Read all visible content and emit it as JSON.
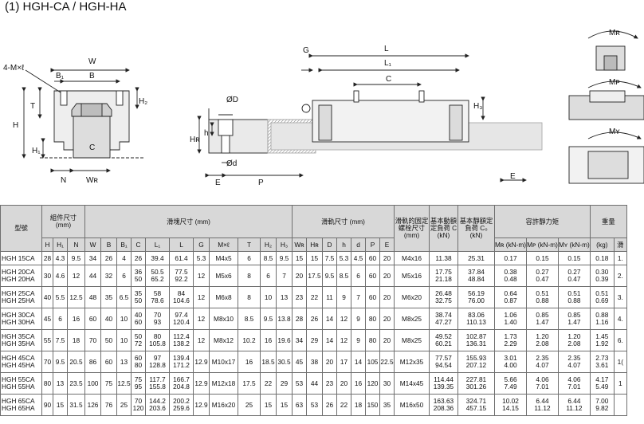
{
  "title": "(1) HGH-CA / HGH-HA",
  "drawing": {
    "cross_section": {
      "w": "W",
      "b": "B",
      "b1": "B₁",
      "t": "T",
      "h": "H",
      "h1": "H₁",
      "h2": "H₂",
      "n": "N",
      "wr": "Wʀ",
      "c": "C",
      "hole": "4-M×ℓ"
    },
    "rail": {
      "d_big": "ØD",
      "d_small": "Ød",
      "h": "h",
      "hr": "Hʀ",
      "e": "E",
      "p": "P"
    },
    "side": {
      "g": "G",
      "l": "L",
      "l1": "L₁",
      "c": "C",
      "h3": "H₃",
      "e": "E"
    },
    "moments": {
      "mr": "Mʀ",
      "mp": "Mᴘ",
      "my": "Mʏ"
    }
  },
  "table": {
    "group_headers": {
      "model": "型號",
      "assembly": "組件尺寸 (mm)",
      "block": "滑塊尺寸 (mm)",
      "rail": "滑軌尺寸 (mm)",
      "rail_bolt": "滑軌的固定螺栓尺寸 (mm)",
      "dyn_load": "基本動額定負荷 C (kN)",
      "static_load": "基本靜額定負荷 C₀ (kN)",
      "moment": "容許靜力矩",
      "weight": "重量"
    },
    "sub_headers": {
      "assembly": [
        "H",
        "H₁",
        "N"
      ],
      "block": [
        "W",
        "B",
        "B₁",
        "C",
        "L₁",
        "L",
        "G",
        "M×ℓ",
        "T",
        "H₂",
        "H₃"
      ],
      "rail": [
        "Wʀ",
        "Hʀ",
        "D",
        "h",
        "d",
        "P",
        "E"
      ],
      "moment": [
        "Mʀ (kN-m)",
        "Mᴘ (kN-m)",
        "Mʏ (kN-m)"
      ],
      "weight": [
        "(kg)",
        "滑"
      ]
    },
    "rows": [
      {
        "m": [
          "HGH 15CA"
        ],
        "H": "28",
        "H1": "4.3",
        "N": "9.5",
        "W": "34",
        "B": "26",
        "B1": "4",
        "C": [
          "26"
        ],
        "L1": [
          "39.4"
        ],
        "L": [
          "61.4"
        ],
        "G": "5.3",
        "Mxl": "M4x5",
        "T": "6",
        "H2": "8.5",
        "H3": "9.5",
        "WR": "15",
        "HR": "15",
        "D": "7.5",
        "h": "5.3",
        "d": "4.5",
        "P": "60",
        "E": "20",
        "bolt": "M4x16",
        "C_dyn": [
          "11.38"
        ],
        "C0": [
          "25.31"
        ],
        "MR": [
          "0.17"
        ],
        "MP": [
          "0.15"
        ],
        "MY": [
          "0.15"
        ],
        "kg": [
          "0.18"
        ],
        "x": [
          "1."
        ]
      },
      {
        "m": [
          "HGH 20CA",
          "HGH 20HA"
        ],
        "H": "30",
        "H1": "4.6",
        "N": "12",
        "W": "44",
        "B": "32",
        "B1": "6",
        "C": [
          "36",
          "50"
        ],
        "L1": [
          "50.5",
          "65.2"
        ],
        "L": [
          "77.5",
          "92.2"
        ],
        "G": "12",
        "Mxl": "M5x6",
        "T": "8",
        "H2": "6",
        "H3": "7",
        "WR": "20",
        "HR": "17.5",
        "D": "9.5",
        "h": "8.5",
        "d": "6",
        "P": "60",
        "E": "20",
        "bolt": "M5x16",
        "C_dyn": [
          "17.75",
          "21.18"
        ],
        "C0": [
          "37.84",
          "48.84"
        ],
        "MR": [
          "0.38",
          "0.48"
        ],
        "MP": [
          "0.27",
          "0.47"
        ],
        "MY": [
          "0.27",
          "0.47"
        ],
        "kg": [
          "0.30",
          "0.39"
        ],
        "x": [
          "2.",
          ""
        ]
      },
      {
        "m": [
          "HGH 25CA",
          "HGH 25HA"
        ],
        "H": "40",
        "H1": "5.5",
        "N": "12.5",
        "W": "48",
        "B": "35",
        "B1": "6.5",
        "C": [
          "35",
          "50"
        ],
        "L1": [
          "58",
          "78.6"
        ],
        "L": [
          "84",
          "104.6"
        ],
        "G": "12",
        "Mxl": "M6x8",
        "T": "8",
        "H2": "10",
        "H3": "13",
        "WR": "23",
        "HR": "22",
        "D": "11",
        "h": "9",
        "d": "7",
        "P": "60",
        "E": "20",
        "bolt": "M6x20",
        "C_dyn": [
          "26.48",
          "32.75"
        ],
        "C0": [
          "56.19",
          "76.00"
        ],
        "MR": [
          "0.64",
          "0.87"
        ],
        "MP": [
          "0.51",
          "0.88"
        ],
        "MY": [
          "0.51",
          "0.88"
        ],
        "kg": [
          "0.51",
          "0.69"
        ],
        "x": [
          "3.",
          ""
        ]
      },
      {
        "m": [
          "HGH 30CA",
          "HGH 30HA"
        ],
        "H": "45",
        "H1": "6",
        "N": "16",
        "W": "60",
        "B": "40",
        "B1": "10",
        "C": [
          "40",
          "60"
        ],
        "L1": [
          "70",
          "93"
        ],
        "L": [
          "97.4",
          "120.4"
        ],
        "G": "12",
        "Mxl": "M8x10",
        "T": "8.5",
        "H2": "9.5",
        "H3": "13.8",
        "WR": "28",
        "HR": "26",
        "D": "14",
        "h": "12",
        "d": "9",
        "P": "80",
        "E": "20",
        "bolt": "M8x25",
        "C_dyn": [
          "38.74",
          "47.27"
        ],
        "C0": [
          "83.06",
          "110.13"
        ],
        "MR": [
          "1.06",
          "1.40"
        ],
        "MP": [
          "0.85",
          "1.47"
        ],
        "MY": [
          "0.85",
          "1.47"
        ],
        "kg": [
          "0.88",
          "1.16"
        ],
        "x": [
          "4.",
          ""
        ]
      },
      {
        "m": [
          "HGH 35CA",
          "HGH 35HA"
        ],
        "H": "55",
        "H1": "7.5",
        "N": "18",
        "W": "70",
        "B": "50",
        "B1": "10",
        "C": [
          "50",
          "72"
        ],
        "L1": [
          "80",
          "105.8"
        ],
        "L": [
          "112.4",
          "138.2"
        ],
        "G": "12",
        "Mxl": "M8x12",
        "T": "10.2",
        "H2": "16",
        "H3": "19.6",
        "WR": "34",
        "HR": "29",
        "D": "14",
        "h": "12",
        "d": "9",
        "P": "80",
        "E": "20",
        "bolt": "M8x25",
        "C_dyn": [
          "49.52",
          "60.21"
        ],
        "C0": [
          "102.87",
          "136.31"
        ],
        "MR": [
          "1.73",
          "2.29"
        ],
        "MP": [
          "1.20",
          "2.08"
        ],
        "MY": [
          "1.20",
          "2.08"
        ],
        "kg": [
          "1.45",
          "1.92"
        ],
        "x": [
          "6.",
          ""
        ]
      },
      {
        "m": [
          "HGH 45CA",
          "HGH 45HA"
        ],
        "H": "70",
        "H1": "9.5",
        "N": "20.5",
        "W": "86",
        "B": "60",
        "B1": "13",
        "C": [
          "60",
          "80"
        ],
        "L1": [
          "97",
          "128.8"
        ],
        "L": [
          "139.4",
          "171.2"
        ],
        "G": "12.9",
        "Mxl": "M10x17",
        "T": "16",
        "H2": "18.5",
        "H3": "30.5",
        "WR": "45",
        "HR": "38",
        "D": "20",
        "h": "17",
        "d": "14",
        "P": "105",
        "E": "22.5",
        "bolt": "M12x35",
        "C_dyn": [
          "77.57",
          "94.54"
        ],
        "C0": [
          "155.93",
          "207.12"
        ],
        "MR": [
          "3.01",
          "4.00"
        ],
        "MP": [
          "2.35",
          "4.07"
        ],
        "MY": [
          "2.35",
          "4.07"
        ],
        "kg": [
          "2.73",
          "3.61"
        ],
        "x": [
          "1(",
          ""
        ]
      },
      {
        "m": [
          "HGH 55CA",
          "HGH 55HA"
        ],
        "H": "80",
        "H1": "13",
        "N": "23.5",
        "W": "100",
        "B": "75",
        "B1": "12.5",
        "C": [
          "75",
          "95"
        ],
        "L1": [
          "117.7",
          "155.8"
        ],
        "L": [
          "166.7",
          "204.8"
        ],
        "G": "12.9",
        "Mxl": "M12x18",
        "T": "17.5",
        "H2": "22",
        "H3": "29",
        "WR": "53",
        "HR": "44",
        "D": "23",
        "h": "20",
        "d": "16",
        "P": "120",
        "E": "30",
        "bolt": "M14x45",
        "C_dyn": [
          "114.44",
          "139.35"
        ],
        "C0": [
          "227.81",
          "301.26"
        ],
        "MR": [
          "5.66",
          "7.49"
        ],
        "MP": [
          "4.06",
          "7.01"
        ],
        "MY": [
          "4.06",
          "7.01"
        ],
        "kg": [
          "4.17",
          "5.49"
        ],
        "x": [
          "1",
          ""
        ]
      },
      {
        "m": [
          "HGH 65CA",
          "HGH 65HA"
        ],
        "H": "90",
        "H1": "15",
        "N": "31.5",
        "W": "126",
        "B": "76",
        "B1": "25",
        "C": [
          "70",
          "120"
        ],
        "L1": [
          "144.2",
          "203.6"
        ],
        "L": [
          "200.2",
          "259.6"
        ],
        "G": "12.9",
        "Mxl": "M16x20",
        "T": "25",
        "H2": "15",
        "H3": "15",
        "WR": "63",
        "HR": "53",
        "D": "26",
        "h": "22",
        "d": "18",
        "P": "150",
        "E": "35",
        "bolt": "M16x50",
        "C_dyn": [
          "163.63",
          "208.36"
        ],
        "C0": [
          "324.71",
          "457.15"
        ],
        "MR": [
          "10.02",
          "14.15"
        ],
        "MP": [
          "6.44",
          "11.12"
        ],
        "MY": [
          "6.44",
          "11.12"
        ],
        "kg": [
          "7.00",
          "9.82"
        ],
        "x": [
          "",
          ""
        ]
      }
    ]
  }
}
